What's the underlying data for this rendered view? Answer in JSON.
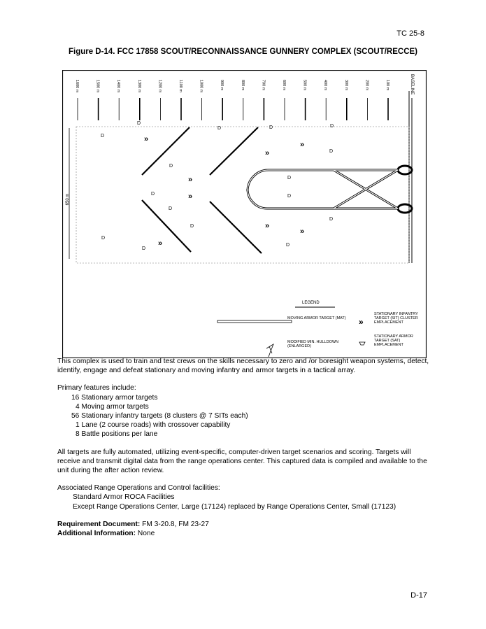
{
  "header": {
    "doc_id": "TC 25-8"
  },
  "figure": {
    "title": "Figure D-14.  FCC 17858 SCOUT/RECONNAISSANCE GUNNERY COMPLEX (SCOUT/RECCE)",
    "range_markers": [
      "1600 m",
      "1500 m",
      "1400 m",
      "1300 m",
      "1200 m",
      "1100 m",
      "1000 m",
      "900 m",
      "800 m",
      "700 m",
      "600 m",
      "500 m",
      "400 m",
      "300 m",
      "200 m",
      "100 m"
    ],
    "baseline_label": "BASELINE",
    "width_label": "650 m",
    "target_symbol": "D",
    "legend": {
      "title": "LEGEND",
      "mat": "MOVING ARMOR TARGET (MAT)",
      "hulldown": "MODIFIED MIN. HULLDOWN (ENLARGED)",
      "sit": "STATIONARY INFANTRY TARGET (SIT) CLUSTER EMPLACEMENT",
      "sat": "STATIONARY ARMOR TARGET (SAT) EMPLACEMENT"
    }
  },
  "body": {
    "intro": "This complex is used to train and test crews on the skills necessary to zero and /or boresight weapon systems, detect, identify, engage and defeat stationary and moving infantry and armor targets in a tactical array.",
    "features_heading": "Primary features include:",
    "features": [
      "16 Stationary armor targets",
      "4 Moving armor targets",
      "56 Stationary infantry targets (8 clusters @ 7 SITs each)",
      "1 Lane (2 course roads) with crossover capability",
      "8 Battle positions per lane"
    ],
    "automation": "All targets are fully automated, utilizing event-specific, computer-driven target scenarios and scoring. Targets will receive and transmit digital data from the range operations center. This captured data is compiled and available to the unit during the after action review.",
    "facilities_heading": "Associated Range Operations and Control facilities:",
    "facilities": [
      "Standard Armor ROCA Facilities",
      "Except Range Operations Center, Large (17124) replaced by Range Operations Center, Small (17123)"
    ],
    "req_label": "Requirement Document:",
    "req_value": " FM 3-20.8, FM 23-27",
    "info_label": "Additional Information:",
    "info_value": " None"
  },
  "footer": {
    "page": "D-17"
  }
}
